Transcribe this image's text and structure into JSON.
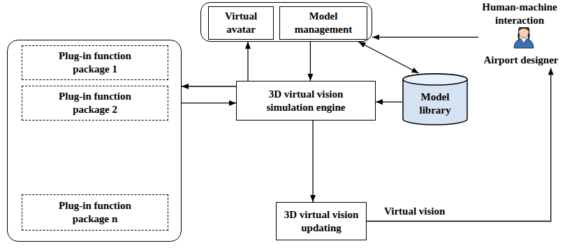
{
  "diagram": {
    "nodes": [
      {
        "text": []
      },
      {
        "text": [
          "Plug-in function package 1"
        ],
        "in": 0
      },
      {
        "text": [
          "Plug-in function package 2"
        ],
        "in": 0
      },
      {
        "text": [
          "Plug-in function package n"
        ],
        "in": 0
      },
      {
        "text": []
      },
      {
        "text": [
          "Virtual avatar"
        ],
        "in": 4
      },
      {
        "text": [
          "Model management"
        ],
        "in": 4
      },
      {
        "text": [
          "3D virtual vision simulation engine"
        ]
      },
      {
        "text": [
          "Model library"
        ]
      },
      {
        "text": [
          "3D virtual vision updating"
        ]
      },
      {
        "text": [
          "Airport designer"
        ]
      }
    ],
    "edges": [
      {
        "from": 7,
        "to": 0,
        "arrow": "to"
      },
      {
        "from": 0,
        "to": 7,
        "arrow": "to"
      },
      {
        "from": 7,
        "to": 4,
        "arrow": "to"
      },
      {
        "from": 4,
        "to": 7,
        "arrow": "to"
      },
      {
        "from": 8,
        "to": 7,
        "arrow": "to"
      },
      {
        "from": 4,
        "to": 8,
        "arrow": "both"
      },
      {
        "from": 10,
        "to": 4,
        "label": "Human-machine interaction",
        "arrow": "to"
      },
      {
        "from": 7,
        "to": 9,
        "arrow": "to"
      },
      {
        "from": 9,
        "to": 10,
        "label": "Virtual vision",
        "arrow": "to"
      }
    ]
  }
}
